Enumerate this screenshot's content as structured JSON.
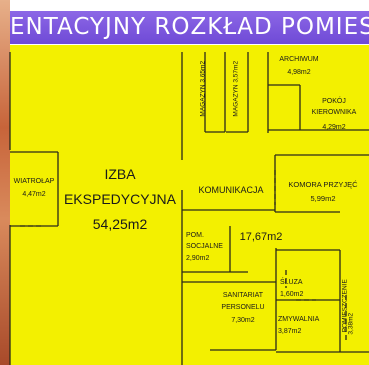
{
  "title": "ENTACYJNY ROZKŁAD POMIESZ",
  "colors": {
    "plan_fill": "#f3f000",
    "title_bar": "#7a55dd",
    "wall_line": "#2a2a1a",
    "left_photo_edge": "#c86a3a"
  },
  "rooms": {
    "izba": {
      "line1": "IZBA",
      "line2": "EKSPEDYCYJNA",
      "area": "54,25m2"
    },
    "wiatrolap": {
      "name": "WIATROŁAP",
      "area": "4,47m2"
    },
    "magazyn_1": {
      "name": "MAGAZYN 3,65m2"
    },
    "magazyn_2": {
      "name": "MAGAZYN 3,57m2"
    },
    "archiwum": {
      "name": "ARCHIWUM",
      "area": "4,98m2"
    },
    "pokoj": {
      "line1": "POKÓJ",
      "line2": "KIEROWNIKA",
      "area": "4,29m2"
    },
    "komunikacja": {
      "name": "KOMUNIKACJA",
      "area": "17,67m2"
    },
    "komora": {
      "name": "KOMORA PRZYJĘĆ",
      "area": "5,99m2"
    },
    "pom_socjalne": {
      "line1": "POM.",
      "line2": "SOCJALNE",
      "area": "2,90m2"
    },
    "sanitariat": {
      "line1": "SANITARIAT",
      "line2": "PERSONELU",
      "area": "7,30m2"
    },
    "sluza": {
      "name": "ŚLUZA",
      "area": "1,60m2"
    },
    "zmywalnia": {
      "name": "ZMYWALNIA",
      "area": "3,87m2"
    },
    "pomieszczenie": {
      "name": "POMIESZCZENIE",
      "area": "3,38m2"
    }
  }
}
